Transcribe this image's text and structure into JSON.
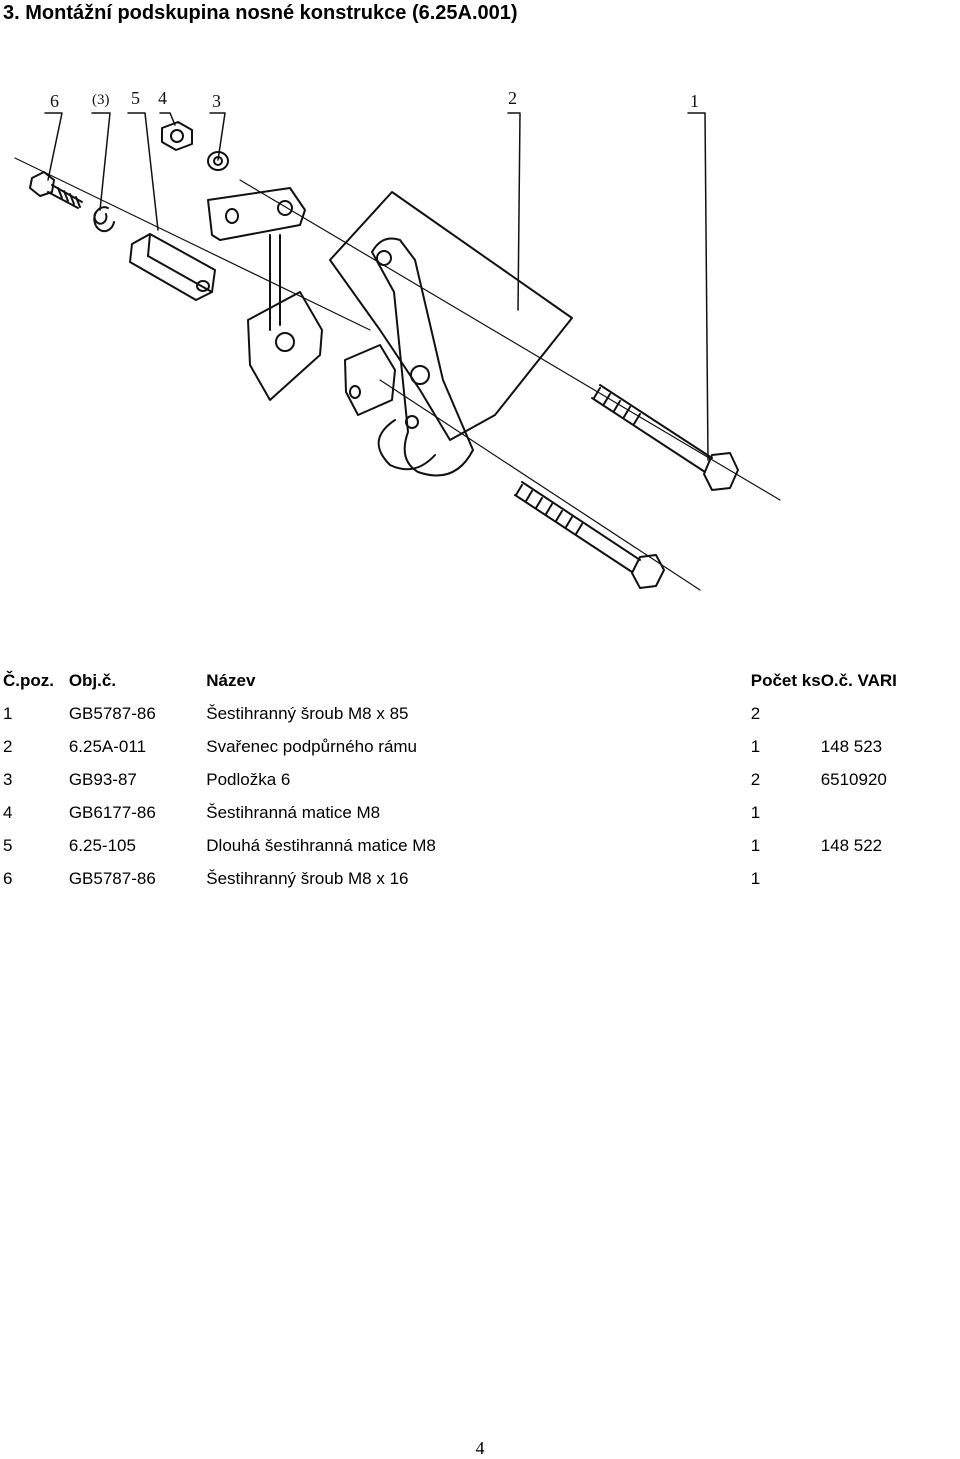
{
  "page": {
    "heading": "3.  Montážní podskupina nosné konstrukce (6.25A.001)",
    "page_number": "4"
  },
  "drawing": {
    "callouts": [
      "6",
      "(3)",
      "5",
      "4",
      "3",
      "2",
      "1"
    ]
  },
  "table": {
    "headers": [
      "Č.poz.",
      "Obj.č.",
      "Název",
      "Počet ks",
      "O.č. VARI"
    ],
    "rows": [
      [
        "1",
        "GB5787-86",
        "Šestihranný šroub M8 x 85",
        "2",
        ""
      ],
      [
        "2",
        "6.25A-011",
        "Svařenec podpůrného rámu",
        "1",
        "148 523"
      ],
      [
        "3",
        "GB93-87",
        "Podložka 6",
        "2",
        "6510920"
      ],
      [
        "4",
        "GB6177-86",
        "Šestihranná matice M8",
        "1",
        ""
      ],
      [
        "5",
        "6.25-105",
        "Dlouhá šestihranná matice M8",
        "1",
        "148 522"
      ],
      [
        "6",
        "GB5787-86",
        "Šestihranný šroub M8 x 16",
        "1",
        ""
      ]
    ]
  }
}
